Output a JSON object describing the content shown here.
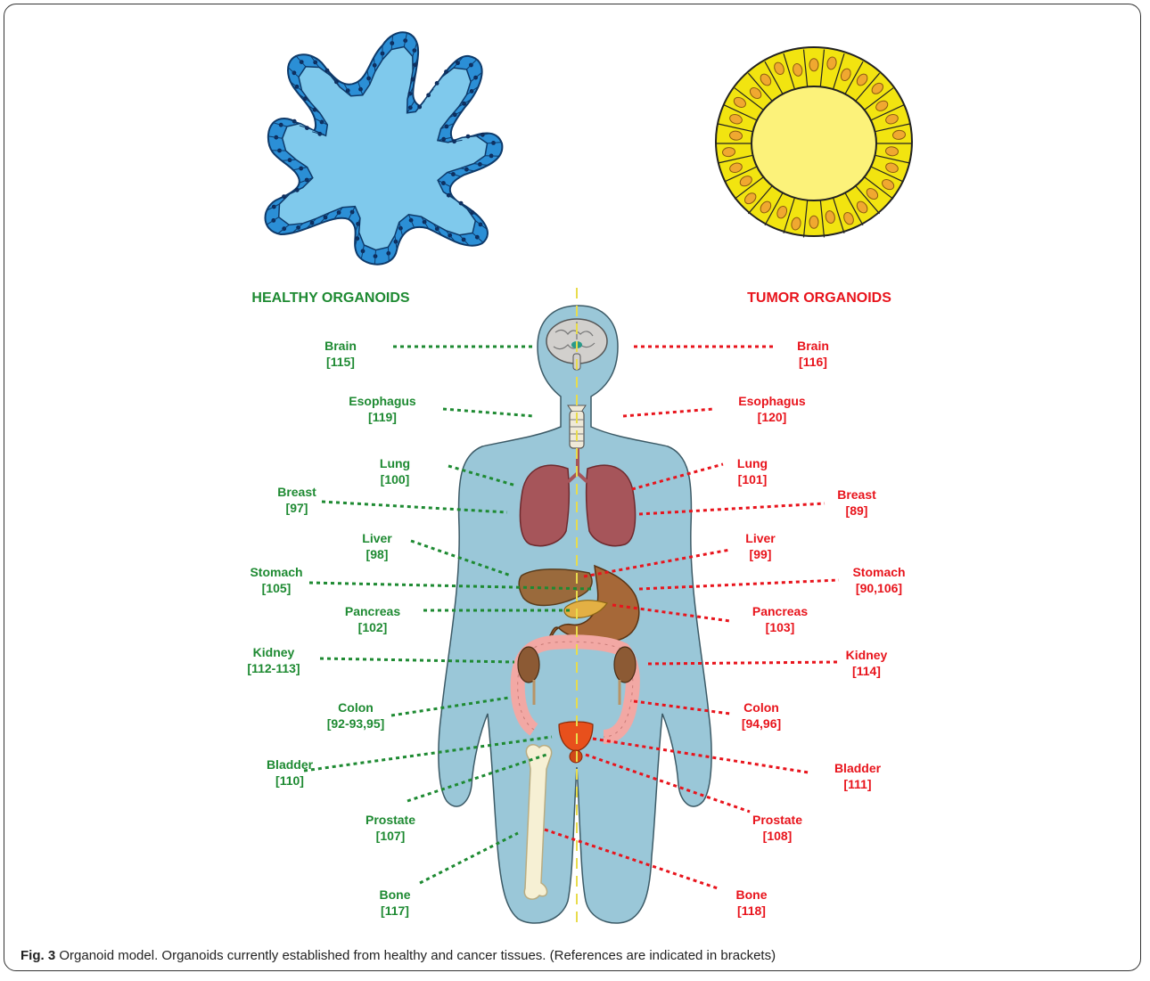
{
  "headers": {
    "healthy": "HEALTHY ORGANOIDS",
    "tumor": "TUMOR ORGANOIDS"
  },
  "colors": {
    "healthy": "#1e8a32",
    "tumor": "#e8141c",
    "body": "#9ac7d8",
    "healthy_cell": "#2b8fd6",
    "healthy_lumen": "#7fc9ec",
    "tumor_cell": "#f2e410",
    "tumor_lumen": "#fcf27a",
    "tumor_nucleus": "#f0a830"
  },
  "healthy": [
    {
      "organ": "Brain",
      "ref": "[115]"
    },
    {
      "organ": "Esophagus",
      "ref": "[119]"
    },
    {
      "organ": "Lung",
      "ref": "[100]"
    },
    {
      "organ": "Breast",
      "ref": "[97]"
    },
    {
      "organ": "Liver",
      "ref": "[98]"
    },
    {
      "organ": "Stomach",
      "ref": "[105]"
    },
    {
      "organ": "Pancreas",
      "ref": "[102]"
    },
    {
      "organ": "Kidney",
      "ref": "[112-113]"
    },
    {
      "organ": "Colon",
      "ref": "[92-93,95]"
    },
    {
      "organ": "Bladder",
      "ref": "[110]"
    },
    {
      "organ": "Prostate",
      "ref": "[107]"
    },
    {
      "organ": "Bone",
      "ref": "[117]"
    }
  ],
  "tumor": [
    {
      "organ": "Brain",
      "ref": "[116]"
    },
    {
      "organ": "Esophagus",
      "ref": "[120]"
    },
    {
      "organ": "Lung",
      "ref": "[101]"
    },
    {
      "organ": "Breast",
      "ref": "[89]"
    },
    {
      "organ": "Liver",
      "ref": "[99]"
    },
    {
      "organ": "Stomach",
      "ref": "[90,106]"
    },
    {
      "organ": "Pancreas",
      "ref": "[103]"
    },
    {
      "organ": "Kidney",
      "ref": "[114]"
    },
    {
      "organ": "Colon",
      "ref": "[94,96]"
    },
    {
      "organ": "Bladder",
      "ref": "[111]"
    },
    {
      "organ": "Prostate",
      "ref": "[108]"
    },
    {
      "organ": "Bone",
      "ref": "[118]"
    }
  ],
  "caption": {
    "label": "Fig. 3",
    "text": "Organoid model. Organoids currently established from healthy and cancer tissues. (References are indicated in brackets)"
  }
}
